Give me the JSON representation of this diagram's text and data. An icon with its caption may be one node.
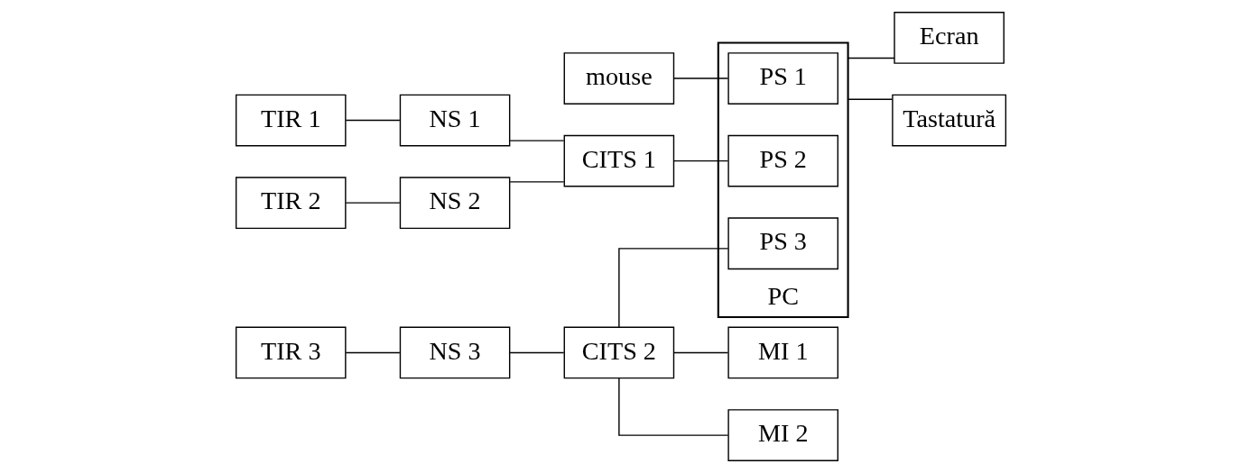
{
  "diagram": {
    "nodes": [
      {
        "text": [
          "PC"
        ]
      },
      {
        "text": [
          "mouse"
        ]
      },
      {
        "text": [
          "PS 1"
        ],
        "in": 0
      },
      {
        "text": [
          "TIR 1"
        ]
      },
      {
        "text": [
          "NS 1"
        ]
      },
      {
        "text": [
          "CITS 1"
        ]
      },
      {
        "text": [
          "PS 2"
        ],
        "in": 0
      },
      {
        "text": [
          "Ecran"
        ]
      },
      {
        "text": [
          "TIR 2"
        ]
      },
      {
        "text": [
          "NS 2"
        ]
      },
      {
        "text": [
          "TIR 3"
        ]
      },
      {
        "text": [
          "NS 3"
        ]
      },
      {
        "text": [
          "CITS 2"
        ]
      },
      {
        "text": [
          "PS 3"
        ],
        "in": 0
      },
      {
        "text": [
          "Tastatură"
        ]
      },
      {
        "text": [
          "MI 1"
        ]
      },
      {
        "text": [
          "MI 2"
        ]
      }
    ],
    "edges": [
      {
        "from": 1,
        "to": 2,
        "arrow": "none"
      },
      {
        "from": 3,
        "to": 4,
        "arrow": "none"
      },
      {
        "from": 4,
        "to": 5,
        "arrow": "none"
      },
      {
        "from": 9,
        "to": 5,
        "arrow": "none"
      },
      {
        "from": 5,
        "to": 6,
        "arrow": "none"
      },
      {
        "from": 0,
        "to": 7,
        "arrow": "none"
      },
      {
        "from": 8,
        "to": 9,
        "arrow": "none"
      },
      {
        "from": 10,
        "to": 11,
        "arrow": "none"
      },
      {
        "from": 11,
        "to": 12,
        "arrow": "none"
      },
      {
        "from": 12,
        "to": 13,
        "arrow": "none"
      },
      {
        "from": 0,
        "to": 14,
        "arrow": "none"
      },
      {
        "from": 12,
        "to": 15,
        "arrow": "none"
      },
      {
        "from": 12,
        "to": 16,
        "arrow": "none"
      }
    ]
  }
}
